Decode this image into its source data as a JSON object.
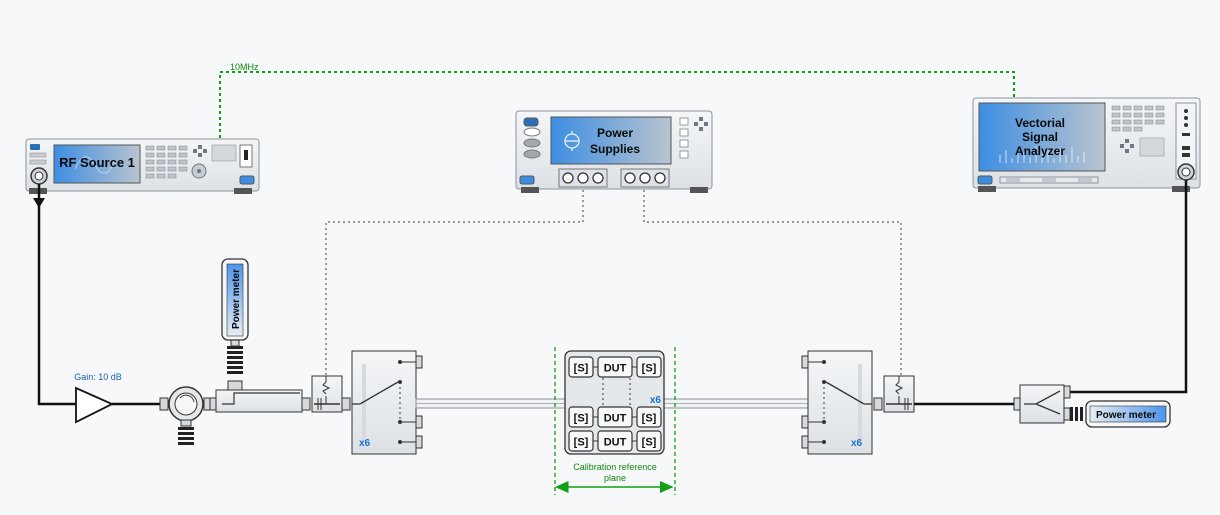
{
  "colors": {
    "background": "#f7f8fa",
    "instrument_body": "#e9ecef",
    "screen_blue": "#5aa2e6",
    "sync_line": "#11a011",
    "control_line": "#9a9a9a",
    "calibration": "#11a011",
    "x6_badge": "#1a6fd1",
    "power_meter_blue": "#4d94ea"
  },
  "labels": {
    "sync_freq": "10MHz",
    "rf_source": "RF Source 1",
    "power_supplies_line1": "Power",
    "power_supplies_line2": "Supplies",
    "vsa_line1": "Vectorial",
    "vsa_line2": "Signal",
    "vsa_line3": "Analyzer",
    "power_meter_vertical": "Power meter",
    "power_meter_right": "Power meter",
    "amp_gain": "Gain: 10 dB",
    "switch_mult_left": "x6",
    "switch_mult_right": "x6",
    "dut_mult": "x6",
    "sparam": "[S]",
    "dut": "DUT",
    "calib_line1": "Calibration reference",
    "calib_line2": "plane"
  }
}
